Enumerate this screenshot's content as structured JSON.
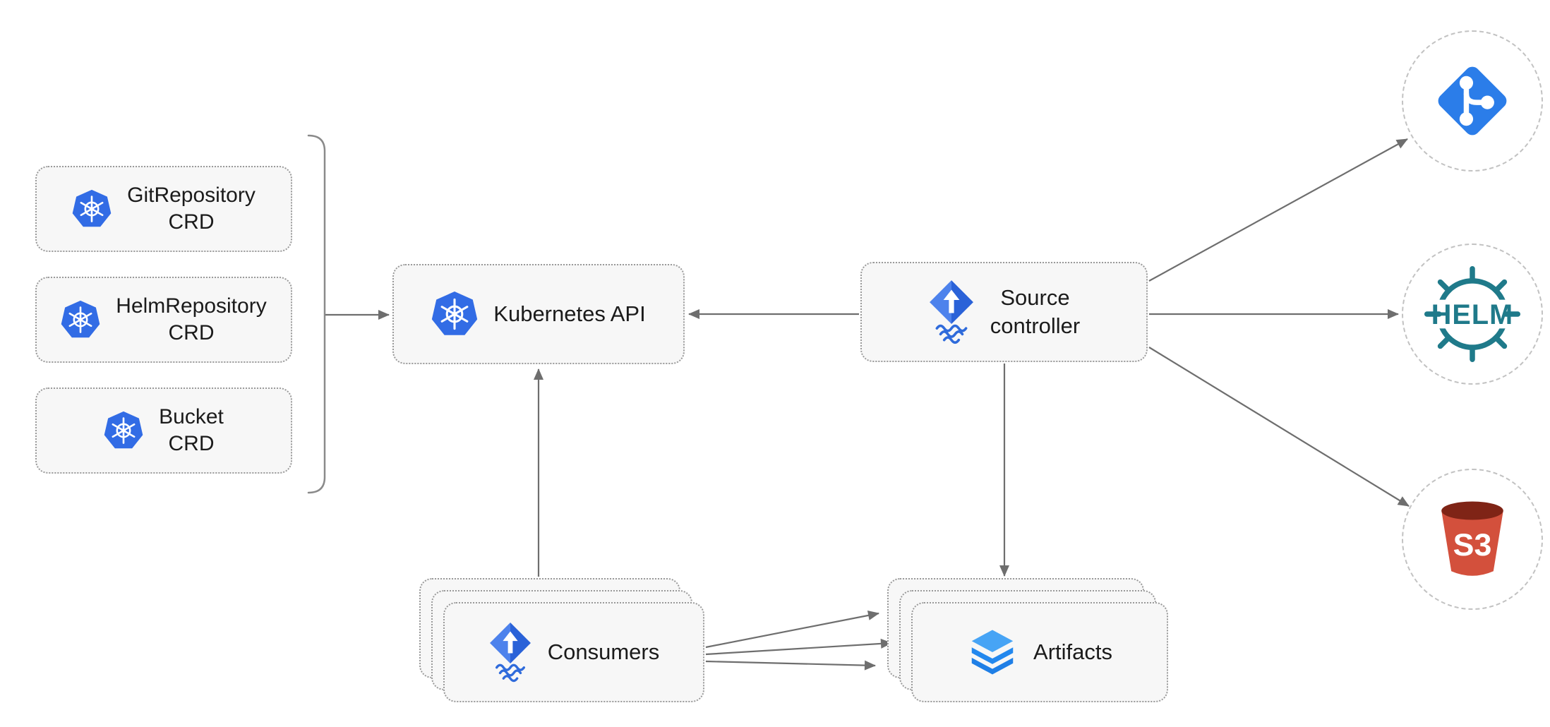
{
  "diagram": {
    "nodes": {
      "crd_items": [
        {
          "label": "GitRepository\nCRD",
          "icon": "kubernetes-icon"
        },
        {
          "label": "HelmRepository\nCRD",
          "icon": "kubernetes-icon"
        },
        {
          "label": "Bucket\nCRD",
          "icon": "kubernetes-icon"
        }
      ],
      "kubernetes_api": {
        "label": "Kubernetes API",
        "icon": "kubernetes-icon"
      },
      "source_controller": {
        "label": "Source\ncontroller",
        "icon": "flux-icon"
      },
      "consumers": {
        "label": "Consumers",
        "icon": "flux-icon",
        "stacked": true
      },
      "artifacts": {
        "label": "Artifacts",
        "icon": "layers-icon",
        "stacked": true
      },
      "git_endpoint": {
        "icon": "git-icon"
      },
      "helm_endpoint": {
        "icon": "helm-wheel-icon",
        "label": "HELM"
      },
      "s3_endpoint": {
        "icon": "s3-bucket-icon",
        "label": "S3"
      }
    },
    "edges": [
      {
        "from": "crd-group",
        "to": "kubernetes-api"
      },
      {
        "from": "source-controller",
        "to": "kubernetes-api"
      },
      {
        "from": "consumers",
        "to": "kubernetes-api"
      },
      {
        "from": "source-controller",
        "to": "git-endpoint"
      },
      {
        "from": "source-controller",
        "to": "helm-endpoint"
      },
      {
        "from": "source-controller",
        "to": "s3-endpoint"
      },
      {
        "from": "source-controller",
        "to": "artifacts"
      },
      {
        "from": "consumers",
        "to": "artifacts",
        "count": 3
      }
    ],
    "colors": {
      "kubernetes_blue": "#326CE5",
      "flux_blue_light": "#4d82ec",
      "flux_blue_dark": "#2a62d8",
      "layers_blue_light": "#47a4f5",
      "layers_blue": "#2388ee",
      "git_blue": "#2b7de9",
      "helm_teal": "#1f7a8a",
      "s3_red": "#d3503c",
      "s3_rim": "#7f2416",
      "node_bg": "#f7f7f7",
      "node_border": "#9a9a9a",
      "arrow_gray": "#6e6e6e"
    }
  }
}
